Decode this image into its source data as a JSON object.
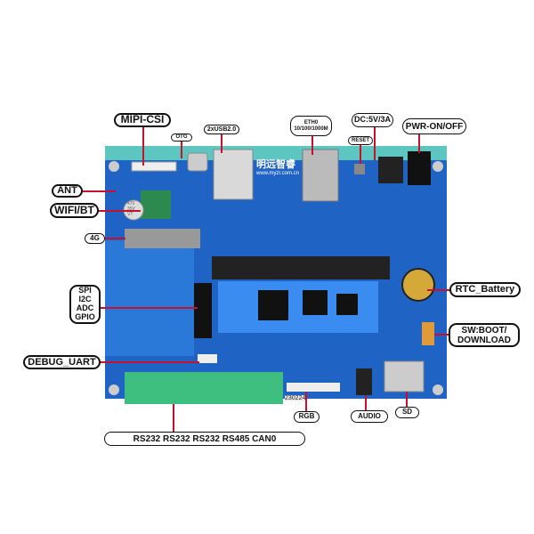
{
  "board": {
    "brand_text": "明远智睿",
    "url_text": "www.myzr.com.cn",
    "date_code": "230224",
    "capacitor_text": "470 35V VT",
    "colors": {
      "pcb": "#1f63c4",
      "pcb_edge": "#5ec6c0",
      "terminal": "#3fbf7f",
      "callout_line": "#c8102e"
    }
  },
  "labels": {
    "mipi_csi": "MIPI-CSI",
    "otg": "OTG",
    "usb": "2xUSB2.0",
    "eth_line1": "ETH0",
    "eth_line2": "10/100/1000M",
    "dc": "DC:5V/3A",
    "reset": "RESET",
    "power": "PWR-ON/OFF",
    "ant": "ANT",
    "wifi": "WIFI/BT",
    "lte": "4G",
    "spi": "SPI",
    "i2c": "I2C",
    "adc": "ADC",
    "gpio": "GPIO",
    "debug": "DEBUG_UART",
    "serial": "RS232 RS232 RS232 RS485 CAN0",
    "rgb": "RGB",
    "audio": "AUDIO",
    "sd": "SD",
    "rtc": "RTC_Battery",
    "sw_line1": "SW:BOOT/",
    "sw_line2": "DOWNLOAD"
  }
}
